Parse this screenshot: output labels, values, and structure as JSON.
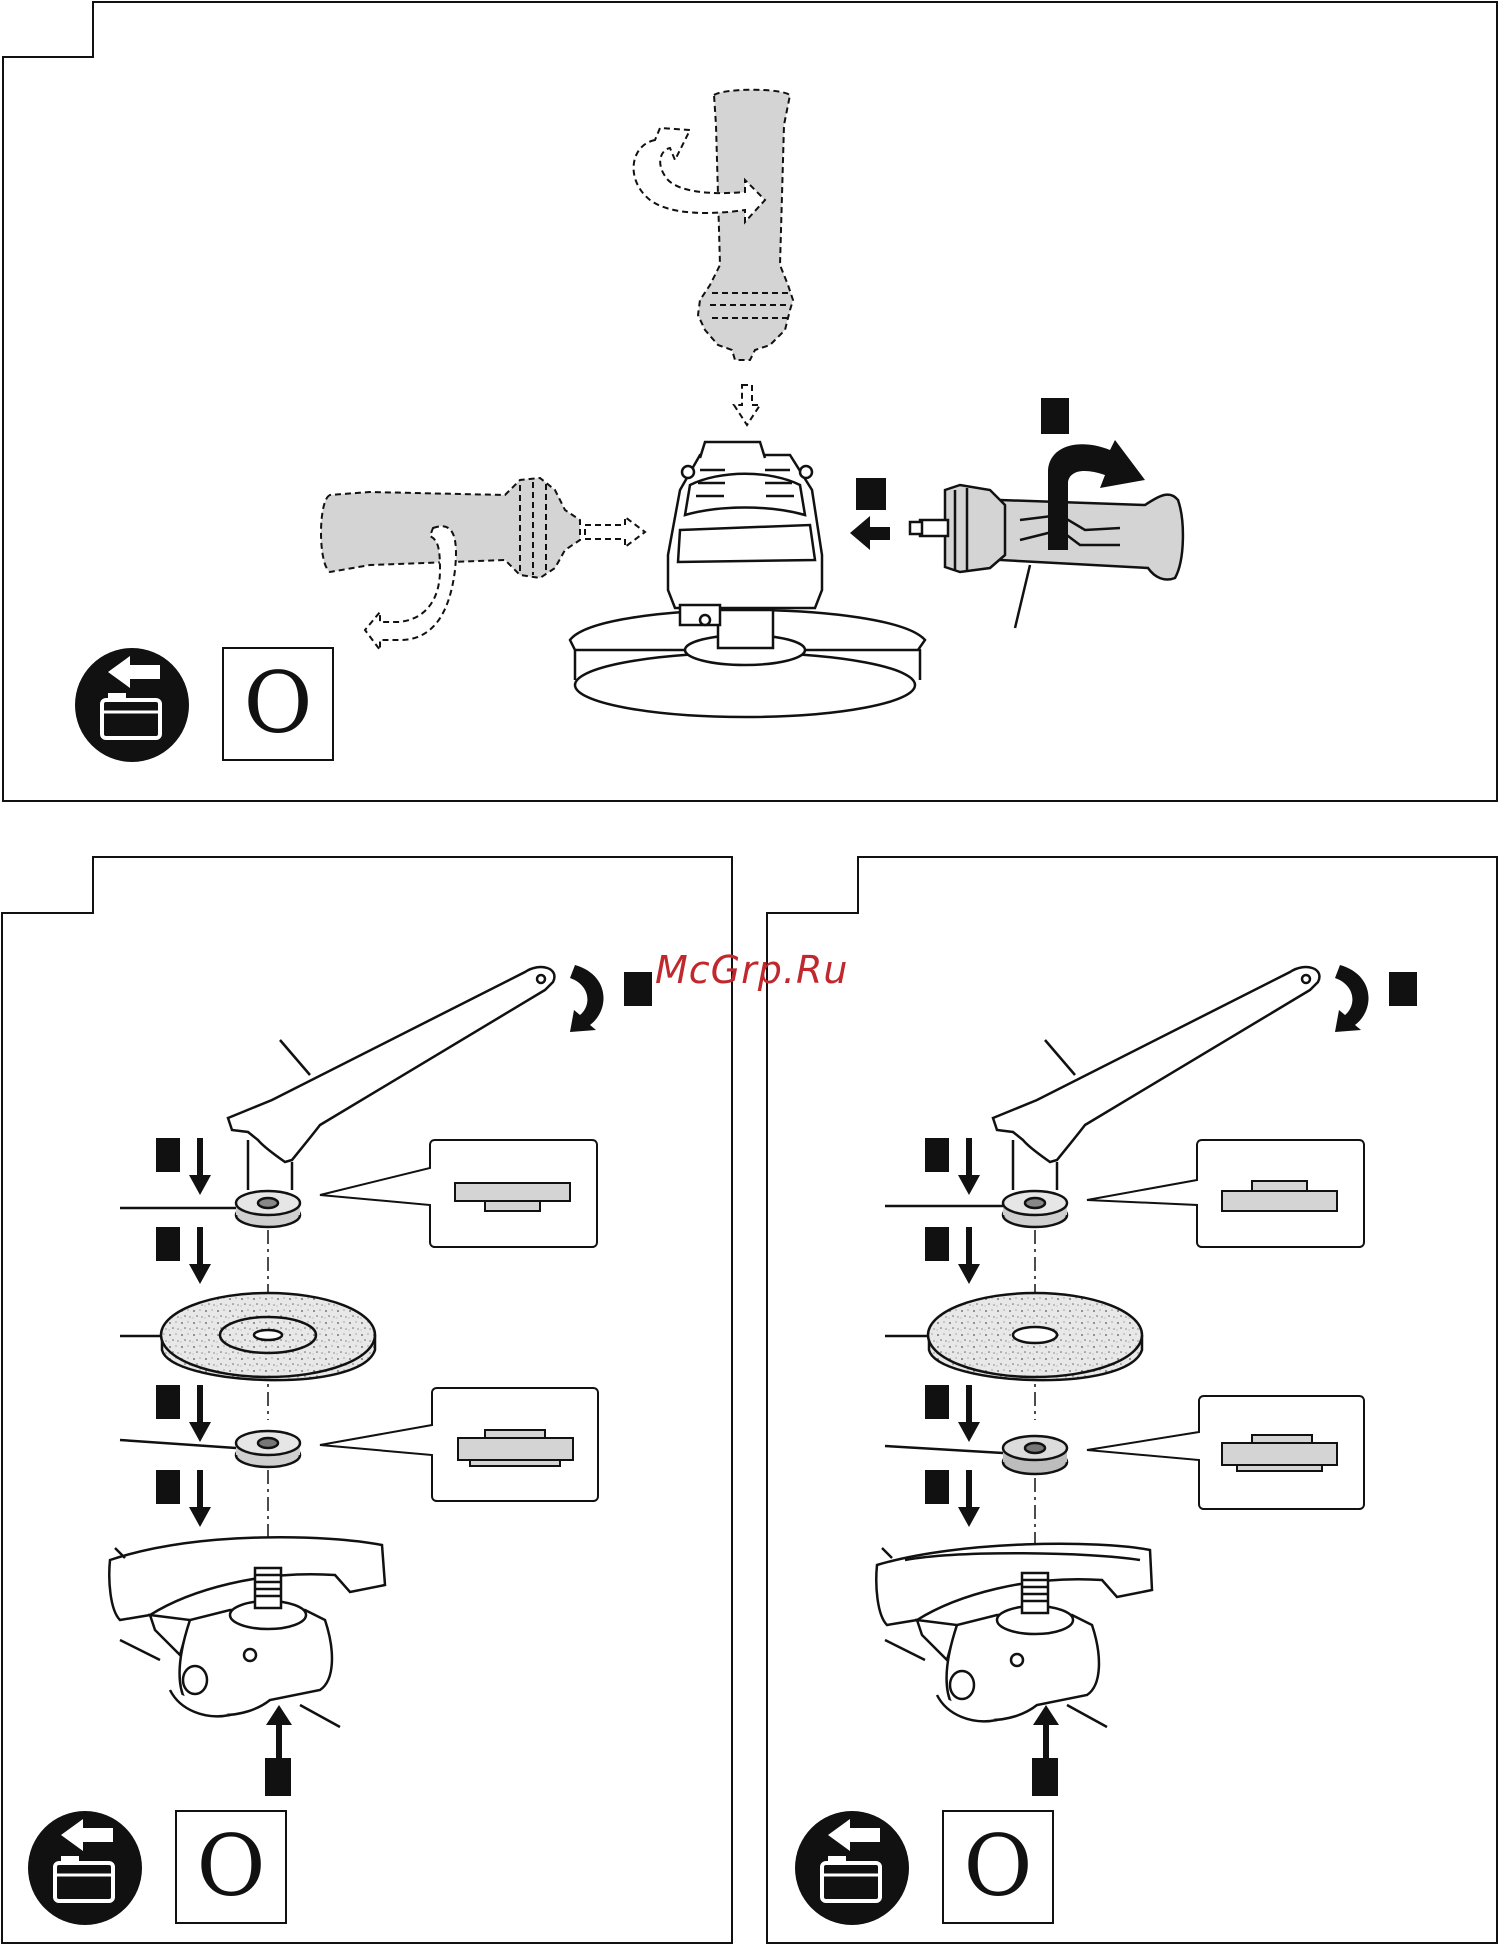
{
  "panels": [
    {
      "id": "top",
      "box_label": "O"
    },
    {
      "id": "bottom-left",
      "box_label": "O"
    },
    {
      "id": "bottom-right",
      "box_label": "O"
    }
  ],
  "watermark": "McGrp.Ru",
  "colors": {
    "ink": "#111111",
    "shade": "#d4d4d4",
    "light": "#e6e6e6",
    "watermark": "#c0282d"
  },
  "icons": [
    "battery-remove-icon",
    "rotate-arrow-icon",
    "push-arrow-icon",
    "spanner-icon",
    "grinding-disc-icon",
    "flange-icon",
    "side-handle-icon",
    "angle-grinder-icon"
  ]
}
